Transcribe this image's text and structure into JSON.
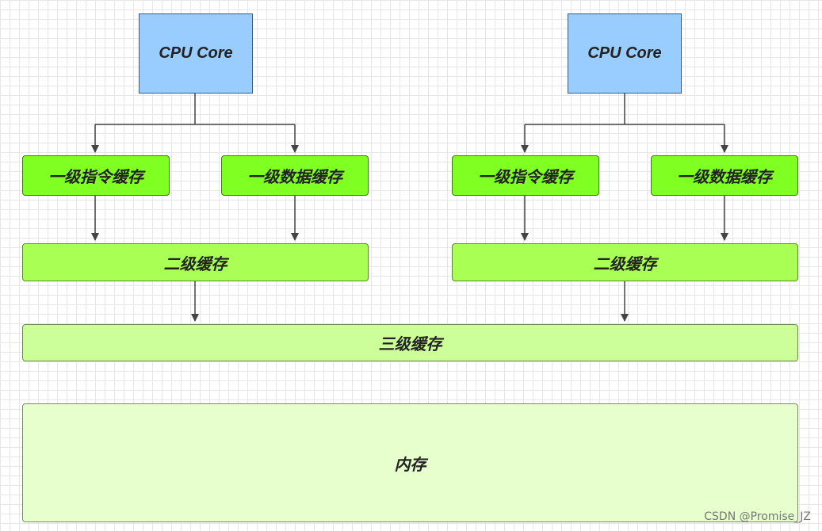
{
  "diagram": {
    "left_group": {
      "cpu_label": "CPU Core",
      "l1_instruction_label": "一级指令缓存",
      "l1_data_label": "一级数据缓存",
      "l2_label": "二级缓存"
    },
    "right_group": {
      "cpu_label": "CPU Core",
      "l1_instruction_label": "一级指令缓存",
      "l1_data_label": "一级数据缓存",
      "l2_label": "二级缓存"
    },
    "l3_label": "三级缓存",
    "memory_label": "内存"
  },
  "watermark": "CSDN @Promise_JZ",
  "colors": {
    "cpu": "#99ccff",
    "l1": "#80ff22",
    "l2": "#aaff55",
    "l3": "#ccff99",
    "memory": "#e6ffcc",
    "connector": "#444444"
  }
}
